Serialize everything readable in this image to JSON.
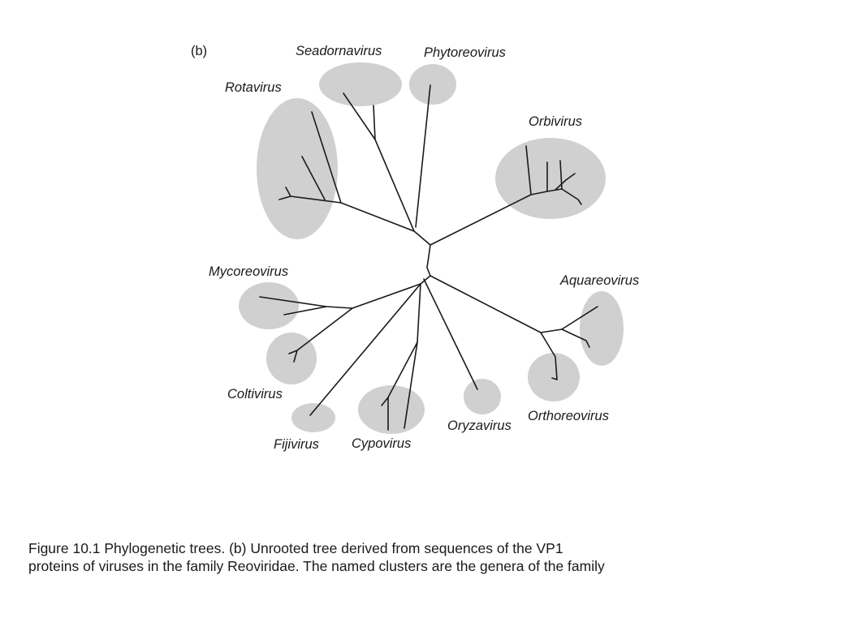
{
  "panel_label": "(b)",
  "genera": {
    "seadornavirus": "Seadornavirus",
    "phytoreovirus": "Phytoreovirus",
    "rotavirus": "Rotavirus",
    "orbivirus": "Orbivirus",
    "mycoreovirus": "Mycoreovirus",
    "aquareovirus": "Aquareovirus",
    "coltivirus": "Coltivirus",
    "orthoreovirus": "Orthoreovirus",
    "oryzavirus": "Oryzavirus",
    "fijivirus": "Fijivirus",
    "cypovirus": "Cypovirus"
  },
  "caption": {
    "line1": "Figure 10.1 Phylogenetic trees. (b) Unrooted tree derived from sequences of the VP1",
    "line2": "proteins of viruses in the family Reoviridae.  The named clusters are the genera of the family"
  },
  "colors": {
    "cluster_fill": "#d0d0d0",
    "branch": "#1a1a1a"
  }
}
